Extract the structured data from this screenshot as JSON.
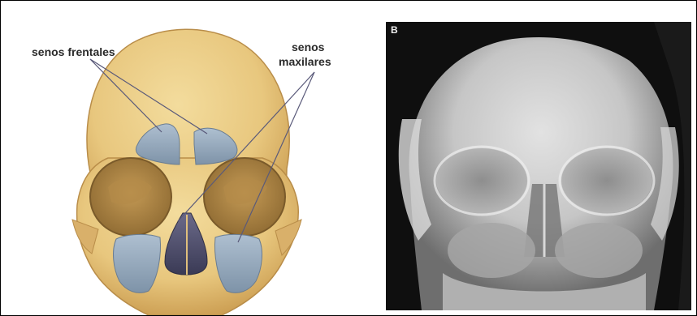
{
  "illustration": {
    "label_frontal": "senos frentales",
    "label_maxillary_line1": "senos",
    "label_maxillary_line2": "maxilares",
    "colors": {
      "bone": "#e8c77e",
      "bone_shadow": "#c99a4e",
      "sinus": "#8fa5b9",
      "nasal_cavity": "#4a4a67",
      "leader_line": "#5a5a7a"
    }
  },
  "xray": {
    "panel_label": "B",
    "colors": {
      "background": "#0f0f0f",
      "bone": "#cfcfcf"
    }
  }
}
